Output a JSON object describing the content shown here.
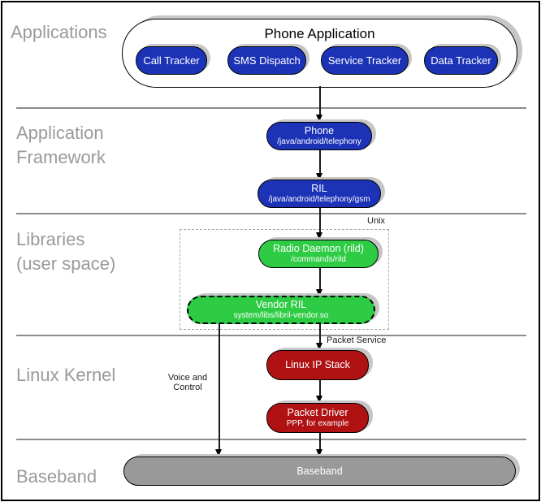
{
  "colors": {
    "node_blue": "#1c33b7",
    "node_green": "#2ecc44",
    "node_red": "#b01113",
    "node_gray": "#999999",
    "layer_label_gray": "#9a9a9a"
  },
  "layers": {
    "applications": {
      "label": "Applications"
    },
    "framework": {
      "label_line1": "Application",
      "label_line2": "Framework"
    },
    "libraries": {
      "label_line1": "Libraries",
      "label_line2": "(user space)"
    },
    "kernel": {
      "label": "Linux Kernel"
    },
    "baseband": {
      "label": "Baseband"
    }
  },
  "applications_group": {
    "title": "Phone Application",
    "apps": [
      "Call Tracker",
      "SMS Dispatch",
      "Service Tracker",
      "Data Tracker"
    ]
  },
  "nodes": {
    "phone": {
      "title": "Phone",
      "subtitle": "/java/android/telephony"
    },
    "ril": {
      "title": "RIL",
      "subtitle": "/java/android/telephony/gsm"
    },
    "radio_daemon": {
      "title": "Radio Daemon (rild)",
      "subtitle": "/commands/rild"
    },
    "vendor_ril": {
      "title": "Vendor RIL",
      "subtitle": "system/libs/libril-vendor.so"
    },
    "linux_ip_stack": {
      "title": "Linux IP Stack"
    },
    "packet_driver": {
      "title": "Packet Driver",
      "subtitle": "PPP, for example"
    },
    "baseband": {
      "title": "Baseband"
    }
  },
  "annotations": {
    "unix": "Unix",
    "packet_service": "Packet Service",
    "voice_control_line1": "Voice and",
    "voice_control_line2": "Control"
  }
}
